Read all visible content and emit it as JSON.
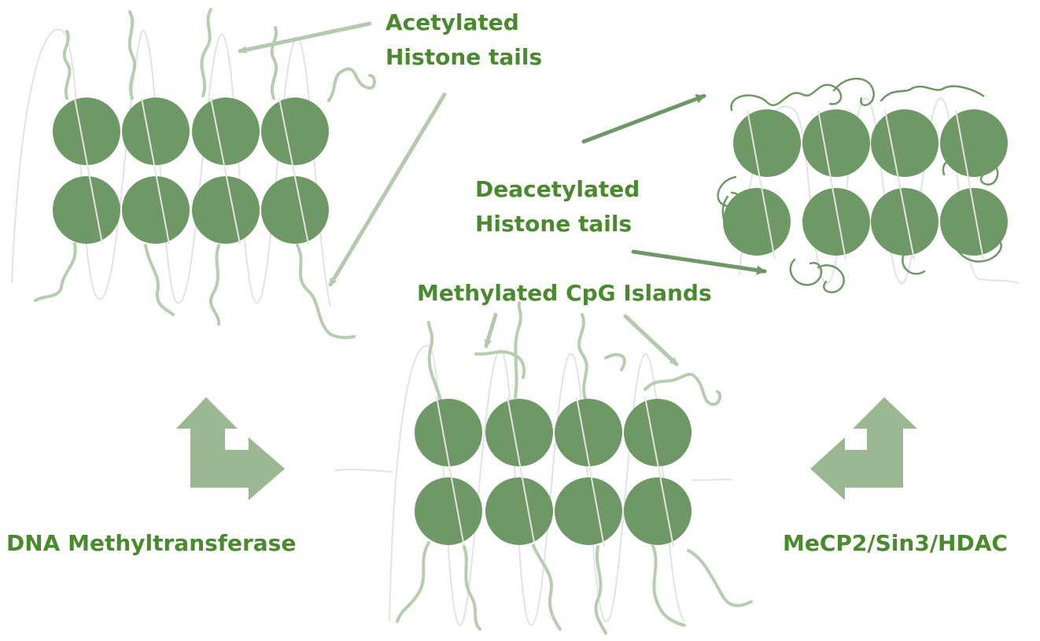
{
  "labels": {
    "acetylated_line1": "Acetylated",
    "acetylated_line2": "Histone tails",
    "deacetylated_line1": "Deacetylated",
    "deacetylated_line2": "Histone tails",
    "methylated_cpg": "Methylated CpG Islands",
    "dna_methyltransferase": "DNA Methyltransferase",
    "mecp2_complex": "MeCP2/Sin3/HDAC"
  },
  "colors": {
    "nucleosome": "#6e9966",
    "label_text": "#4a8a2e",
    "tail": "#b7cdb0",
    "dna_line": "#e3e3e3",
    "arrow_light": "#b4c9ae",
    "arrow_dark": "#6e9966",
    "big_arrow": "#9bb893"
  }
}
